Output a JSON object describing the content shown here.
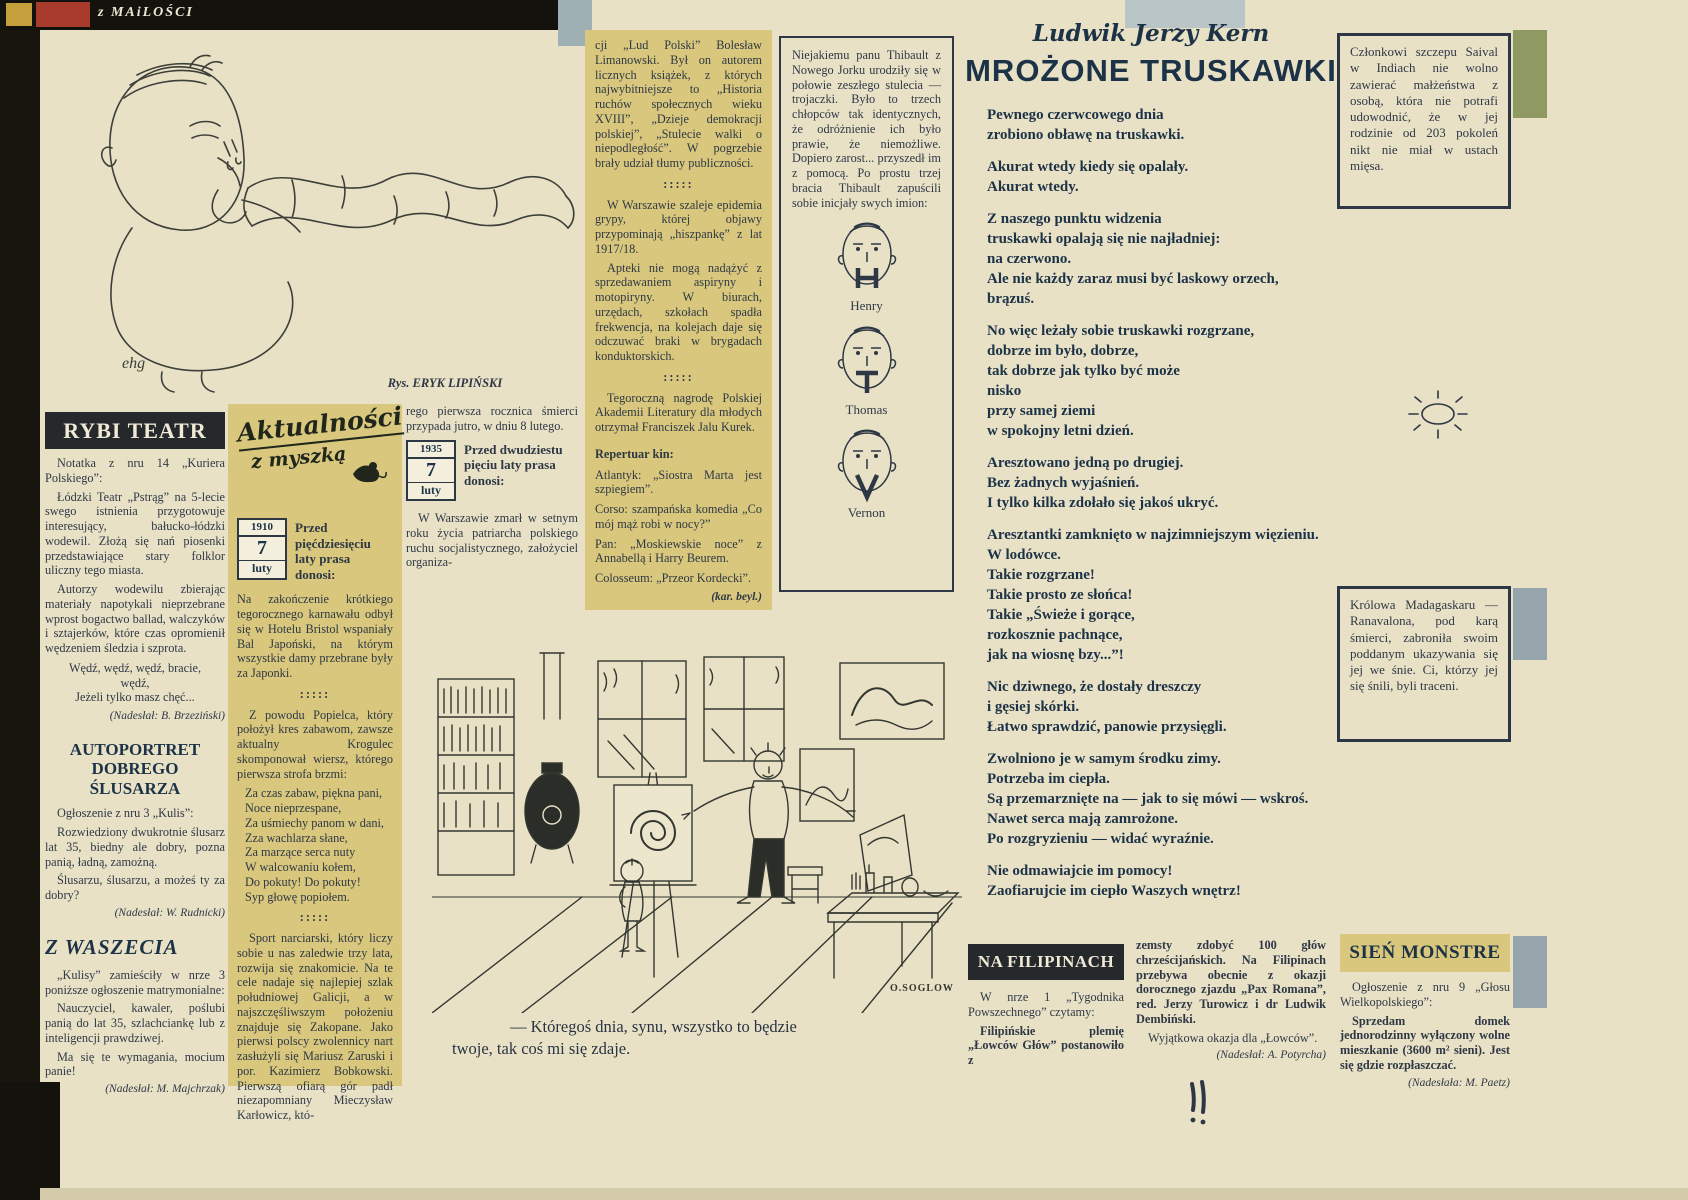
{
  "colors": {
    "page_bg": "#e9e1c6",
    "panel_yellow": "#d8c77c",
    "ink": "#2e3845",
    "header_dark": "#26292c",
    "accent_navy": "#1c3246"
  },
  "separator": ":::::",
  "masthead": {
    "fragment": "z MAiLOŚCI"
  },
  "caricature": {
    "caption": "Rys. ERYK LIPIŃSKI",
    "signature": "ehg"
  },
  "rybi_teatr": {
    "title": "RYBI TEATR",
    "paragraphs": [
      "Notatka z nru 14 „Kuriera Polskiego”:",
      "Łódzki Teatr „Pstrąg” na 5-lecie swego istnienia przygotowuje interesujący, bałucko-łódzki wodewil. Złożą się nań piosenki przedstawiające stary folklor uliczny tego miasta.",
      "Autorzy wodewilu zbierając materiały napotykali nieprzebrane wprost bogactwo ballad, walczyków i sztajerków, które czas opromienił wędzeniem śledzia i szprota."
    ],
    "verse": "Wędź, wędź, wędź, bracie,\nwędź,\nJeżeli tylko masz chęć...",
    "credit": "(Nadesłał: B. Brzeziński)"
  },
  "autoportret": {
    "title": "AUTOPORTRET\nDOBREGO\nŚLUSARZA",
    "paragraphs": [
      "Ogłoszenie z nru 3 „Kulis”:",
      "Rozwiedziony dwukrotnie ślusarz lat 35, biedny ale dobry, pozna panią, ładną, zamożną.",
      "Ślusarzu, ślusarzu, a możeś ty za dobry?"
    ],
    "credit": "(Nadesłał: W. Rudnicki)"
  },
  "z_waszecia": {
    "title": "Z WASZECIA",
    "paragraphs": [
      "„Kulisy” zamieściły w nrze 3 poniższe ogłoszenie matrymonialne:",
      "Nauczyciel, kawaler, poślubi panią do lat 35, szlachciankę lub z inteligencji prawdziwej.",
      "Ma się te wymagania, mocium panie!"
    ],
    "credit": "(Nadesłał: M. Majchrzak)"
  },
  "aktualnosci": {
    "logo_line1": "Aktualności",
    "logo_line2": "z myszką",
    "date_1910": {
      "year": "1910",
      "day": "7",
      "month": "luty"
    },
    "lead_1910": "Przed pięćdziesięciu laty prasa donosi:",
    "paragraphs": [
      "Na zakończenie krótkiego tegorocznego karnawału odbył się w Hotelu Bristol wspaniały Bal Japoński, na którym wszystkie damy przebrane były za Japonki.",
      "Z powodu Popielca, który położył kres zabawom, zawsze aktualny Krogulec skomponował wiersz, którego pierwsza strofa brzmi:"
    ],
    "verse": "Za czas zabaw, piękna pani,\nNoce nieprzespane,\nZa uśmiechy panom w dani,\nZza wachlarza słane,\nZa marzące serca nuty\nW walcowaniu kołem,\nDo pokuty! Do pokuty!\nSyp głowę popiołem.",
    "paragraph_sport": "Sport narciarski, który liczy sobie u nas zaledwie trzy lata, rozwija się znakomicie. Na te cele nadaje się najlepiej szlak południowej Galicji, a w najszczęśliwszym położeniu znajduje się Zakopane. Jako pierwsi polscy zwolennicy nart zasłużyli się Mariusz Zaruski i por. Kazimierz Bobkowski. Pierwszą ofiarą gór padł niezapomniany Mieczysław Karłowicz, któ-"
  },
  "kontynuacja": {
    "paragraph_1": "rego pierwsza rocznica śmierci przypada jutro, w dniu 8 lutego.",
    "date_1935": {
      "year": "1935",
      "day": "7",
      "month": "luty"
    },
    "lead_1935": "Przed dwudziestu pięciu laty prasa donosi:",
    "paragraph_2": "W Warszawie zmarł w setnym roku życia patriarcha polskiego ruchu socjalistycznego, założyciel organiza-"
  },
  "kronika": {
    "paragraphs": [
      "cji „Lud Polski” Bolesław Limanowski. Był on autorem licznych książek, z których najwybitniejsze to „Historia ruchów społecznych wieku XVIII”, „Dzieje demokracji polskiej”, „Stulecie walki o niepodległość”. W pogrzebie brały udział tłumy publiczności.",
      "W Warszawie szaleje epidemia grypy, której objawy przypominają „hiszpankę” z lat 1917/18.",
      "Apteki nie mogą nadążyć z sprzedawaniem aspiryny i motopiryny. W biurach, urzędach, szkołach spadła frekwencja, na kolejach daje się odczuwać braki w brygadach konduktorskich.",
      "Tegoroczną nagrodę Polskiej Akademii Literatury dla młodych otrzymał Franciszek Jalu Kurek."
    ],
    "repertuar_title": "Repertuar kin:",
    "repertuar": [
      "Atlantyk: „Siostra Marta jest szpiegiem”.",
      "Corso: szampańska komedia „Co mój mąż robi w nocy?”",
      "Pan: „Moskiewskie noce” z Annabellą i Harry Beurem.",
      "Colosseum: „Przeor Kordecki”."
    ],
    "credit": "(kar. beyl.)"
  },
  "thibault": {
    "body": "Niejakiemu panu Thibault z Nowego Jorku urodziły się w połowie zeszłego stulecia — trojaczki. Było to trzech chłopców tak identycznych, że odróżnienie ich było prawie, że niemożliwe. Dopiero zarost... przyszedł im z pomocą. Po prostu trzej bracia Thibault zapuścili sobie inicjały swych imion:",
    "names": [
      "Henry",
      "Thomas",
      "Vernon"
    ]
  },
  "poem": {
    "author": "Ludwik Jerzy Kern",
    "title": "MROŻONE TRUSKAWKI",
    "stanzas": [
      "Pewnego czerwcowego dnia\nzrobiono obławę na truskawki.",
      "Akurat wtedy kiedy się opalały.\nAkurat wtedy.",
      "Z naszego punktu widzenia\ntruskawki opalają się nie najładniej:\nna czerwono.\nAle nie każdy zaraz musi być laskowy orzech,\nbrązuś.",
      "No więc leżały sobie truskawki rozgrzane,\ndobrze im było, dobrze,\ntak dobrze jak tylko być może\nnisko\nprzy samej ziemi\nw spokojny letni dzień.",
      "Aresztowano jedną po drugiej.\nBez żadnych wyjaśnień.\nI tylko kilka zdołało się jakoś ukryć.",
      "Aresztantki zamknięto w najzimniejszym więzieniu.\nW lodówce.\nTakie rozgrzane!\nTakie prosto ze słońca!\nTakie „Świeże i gorące,\nrozkosznie pachnące,\njak na wiosnę bzy...”!",
      "Nic dziwnego, że dostały dreszczy\ni gęsiej skórki.\nŁatwo sprawdzić, panowie przysięgli.",
      "Zwolniono je w samym środku zimy.\nPotrzeba im ciepła.\nSą przemarznięte na — jak to się mówi — wskroś.\nNawet serca mają zamrożone.\nPo rozgryzieniu — widać wyraźnie.",
      "Nie odmawiajcie im pomocy!\nZaofiarujcie im ciepło Waszych wnętrz!"
    ]
  },
  "saival": {
    "body": "Członkowi szczepu Saival w Indiach nie wolno zawierać małżeństwa z osobą, która nie potrafi udowodnić, że w jej rodzinie od 203 pokoleń nikt nie miał w ustach mięsa."
  },
  "madagaskar": {
    "body": "Królowa Madagaskaru — Ranavalona, pod karą śmierci, zabroniła swoim poddanym ukazywania się jej we śnie. Ci, którzy jej się śnili, byli traceni."
  },
  "cartoon": {
    "caption": "— Któregoś dnia, synu, wszystko to będzie\ntwoje, tak coś mi się zdaje.",
    "signature": "O.SOGLOW"
  },
  "filipiny": {
    "title": "NA FILIPINACH",
    "col1": [
      "W nrze 1 „Tygodnika Powszechnego” czytamy:",
      "Filipińskie plemię „Łowców Głów” postanowiło z"
    ],
    "col2_body": "zemsty zdobyć 100 głów chrześcijańskich. Na Filipinach przebywa obecnie z okazji dorocznego zjazdu „Pax Romana”, red. Jerzy Turowicz i dr Ludwik Dembiński.",
    "col2_line": "Wyjątkowa okazja dla „Łowców”.",
    "credit": "(Nadesłał: A. Potyrcha)"
  },
  "sien_monstre": {
    "title": "SIEŃ MONSTRE",
    "paragraphs": [
      "Ogłoszenie z nru 9 „Głosu Wielkopolskiego”:",
      "Sprzedam domek jednorodzinny wyłączony wolne mieszkanie (3600 m² sieni). Jest się gdzie rozpłaszczać."
    ],
    "credit": "(Nadesłała: M. Paetz)"
  }
}
